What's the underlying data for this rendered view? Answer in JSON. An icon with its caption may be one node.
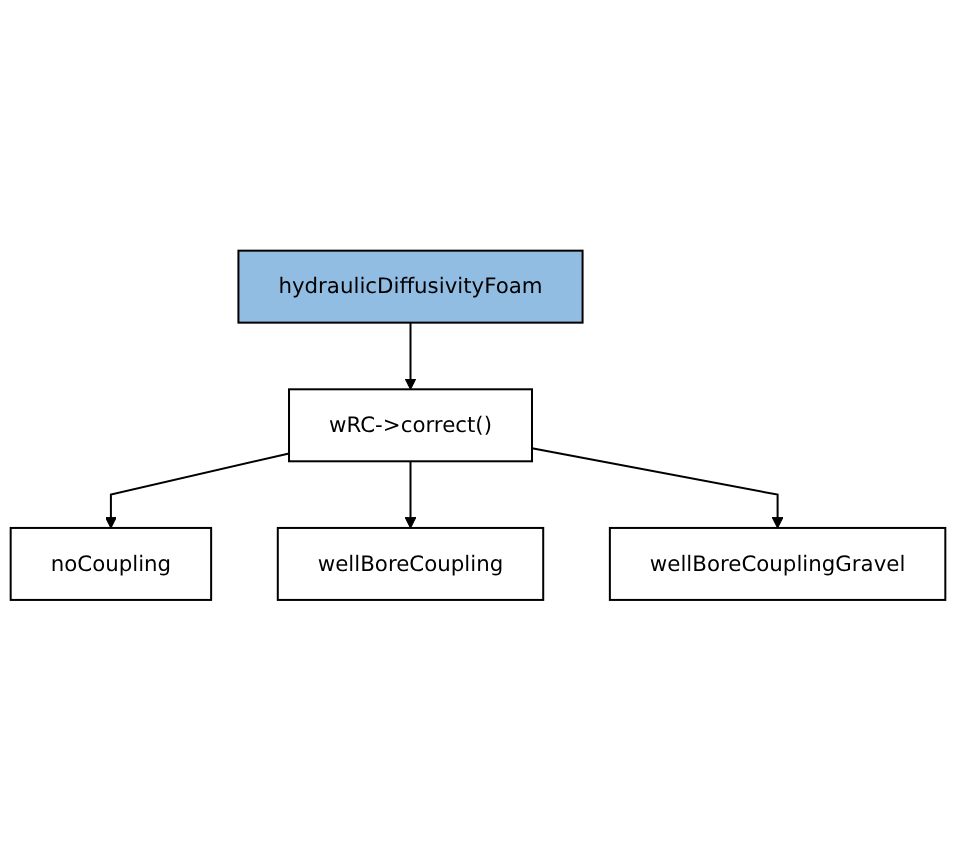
{
  "diagram": {
    "nodes": [
      {
        "text": [
          "hydraulicDiffusivityFoam"
        ]
      },
      {
        "text": [
          "wRC->correct()"
        ]
      },
      {
        "text": [
          "noCoupling"
        ]
      },
      {
        "text": [
          "wellBoreCoupling"
        ]
      },
      {
        "text": [
          "wellBoreCouplingGravel"
        ]
      }
    ],
    "edges": [
      {
        "from": 0,
        "to": 1,
        "arrow": "to"
      },
      {
        "from": 1,
        "to": 2,
        "arrow": "to"
      },
      {
        "from": 1,
        "to": 3,
        "arrow": "to"
      },
      {
        "from": 1,
        "to": 4,
        "arrow": "to"
      }
    ]
  }
}
